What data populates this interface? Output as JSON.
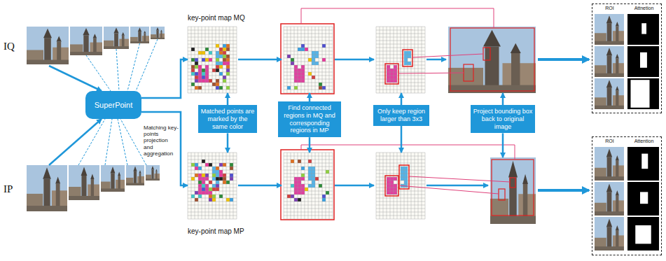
{
  "diagram": {
    "nodes": [
      {
        "text": [
          "IQ"
        ]
      },
      {
        "text": [
          "key-point map MQ"
        ]
      },
      {
        "text": [
          "Matched points are marked by the same color"
        ]
      },
      {
        "text": [
          "Find connected regions in MQ and corresponding regions in MP"
        ]
      },
      {
        "text": [
          "Only keep region larger than 3x3"
        ]
      },
      {
        "text": [
          "Project bounding box back to original image"
        ]
      },
      {
        "text": [
          "ROI",
          "Attnetion"
        ]
      },
      {
        "text": [
          "SuperPoint"
        ]
      },
      {
        "text": [
          "IP"
        ]
      },
      {
        "text": [
          "key-point map MP"
        ]
      },
      {
        "text": [
          "ROI",
          "Attention"
        ]
      }
    ],
    "edges": [
      {
        "from": 0,
        "to": 7,
        "arrow": "to"
      },
      {
        "from": 8,
        "to": 7,
        "arrow": "to"
      },
      {
        "from": 7,
        "to": 1,
        "arrow": "to"
      },
      {
        "from": 7,
        "to": 9,
        "arrow": "to"
      },
      {
        "from": 2,
        "to": 1,
        "arrow": "to"
      },
      {
        "from": 2,
        "to": 9,
        "arrow": "to"
      }
    ],
    "labels": [
      "Matching key-points projection and aggregation"
    ]
  }
}
